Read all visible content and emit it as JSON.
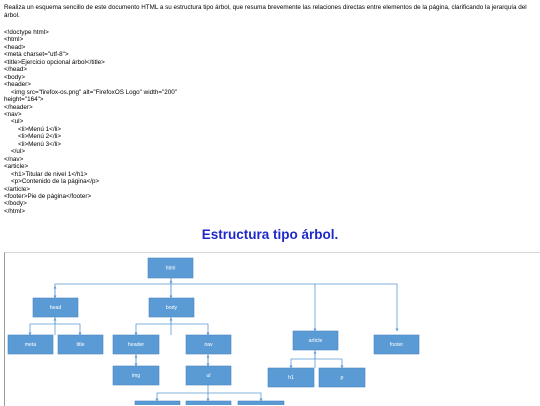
{
  "intro_text": "Realiza un esquema sencillo de este documento HTML a su estructura tipo árbol, que resuma brevemente las relaciones directas entre elementos de la página, clarificando la jerarquía del árbol.",
  "code_lines": [
    "<!doctype html>",
    "<html>",
    "<head>",
    "<meta charset=\"utf-8\">",
    "<title>Ejercicio opcional árbol</title>",
    "</head>",
    "<body>",
    "<header>",
    "    <img src=\"firefox-os.png\" alt=\"FirefoxOS Logo\" width=\"200\"",
    "height=\"164\">",
    "</header>",
    "<nav>",
    "    <ul>",
    "        <li>Menú 1</li>",
    "        <li>Menú 2</li>",
    "        <li>Menú 3</li>",
    "    </ul>",
    "</nav>",
    "<article>",
    "    <h1>Titular de nivel 1</h1>",
    "    <p>Contenido de la página</p>",
    "</article>",
    "<footer>Pie de página</footer>",
    "</body>",
    "</html>"
  ],
  "diagram": {
    "title": "Estructura tipo árbol.",
    "nodes": {
      "html": "html",
      "head": "head",
      "body": "body",
      "meta": "meta",
      "title": "title",
      "header": "header",
      "nav": "nav",
      "article": "article",
      "footer": "footer",
      "img": "img",
      "ul": "ul",
      "h1": "h1",
      "p": "p",
      "li1": "",
      "li2": "",
      "li3": ""
    },
    "colors": {
      "node_fill": "#5b9bd5",
      "edge": "#5b9bd5",
      "title": "#1f29c9"
    }
  }
}
